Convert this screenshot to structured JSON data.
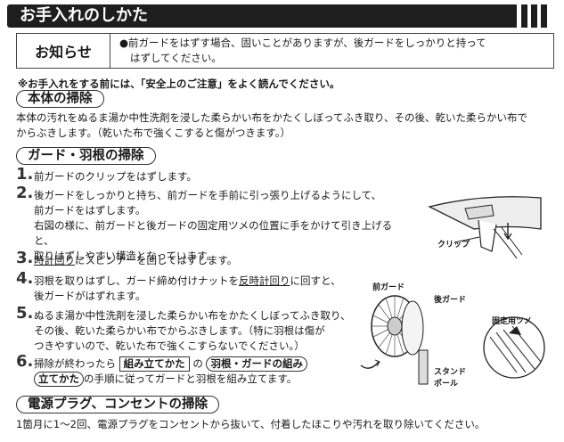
{
  "header": {
    "title": "お手入れのしかた"
  },
  "notice": {
    "label": "お知らせ",
    "line1": "●前ガードをはずす場合、固いことがありますが、後ガードをしっかりと持って",
    "line2": "はずしてください。"
  },
  "warning": "※お手入れをする前には、「安全上のご注意」をよく読んでください。",
  "section_body": {
    "heading": "本体の掃除",
    "line1": "本体の汚れをぬるま湯か中性洗剤を浸した柔らかい布をかたくしぼってふき取り、その後、乾いた柔らかい布で",
    "line2": "からぶきします。（乾いた布で強くこすると傷がつきます。）"
  },
  "section_guard": {
    "heading": "ガード・羽根の掃除",
    "steps": [
      {
        "num": "1.",
        "line1": "前ガードのクリップをはずします。"
      },
      {
        "num": "2.",
        "line1": "後ガードをしっかりと持ち、前ガードを手前に引っ張り上げるようにして、",
        "line2": "前ガードをはずします。",
        "line3": "右図の様に、前ガードと後ガードの固定用ツメの位置に手をかけて引き上げると、",
        "line4": "取りはずしやすい構造となっています。"
      },
      {
        "num": "3.",
        "underlined": "時計回り",
        "rest": "にスピンナーを回してはずします。"
      },
      {
        "num": "4.",
        "pre": "羽根を取りはずし、ガード締め付けナットを",
        "underlined": "反時計回り",
        "post": "に回すと、",
        "line2": "後ガードがはずれます。"
      },
      {
        "num": "5.",
        "line1": "ぬるま湯か中性洗剤を浸した柔らかい布をかたくしぼってふき取り、",
        "line2": "その後、乾いた柔らかい布でからぶきします。（特に羽根は傷が",
        "line3": "つきやすいので、乾いた布で強くこすらないでください。）"
      },
      {
        "num": "6.",
        "pre": "掃除が終わったら",
        "ref1": "組み立てかた",
        "mid": "の",
        "ref2a": "羽根・ガードの組み",
        "ref2b": "立てかた",
        "post": "の手順に従ってガードと羽根を組み立てます。"
      }
    ]
  },
  "figure_labels": {
    "clip": "クリップ",
    "front_guard": "前ガード",
    "rear_guard": "後ガード",
    "fixing_claw": "固定用ツメ",
    "stand_pole_1": "スタンド",
    "stand_pole_2": "ポール"
  },
  "section_plug": {
    "heading": "電源プラグ、コンセントの掃除",
    "line1": "1箇月に1〜2回、電源プラグをコンセントから抜いて、付着したほこりや汚れを取り除いてください。"
  }
}
